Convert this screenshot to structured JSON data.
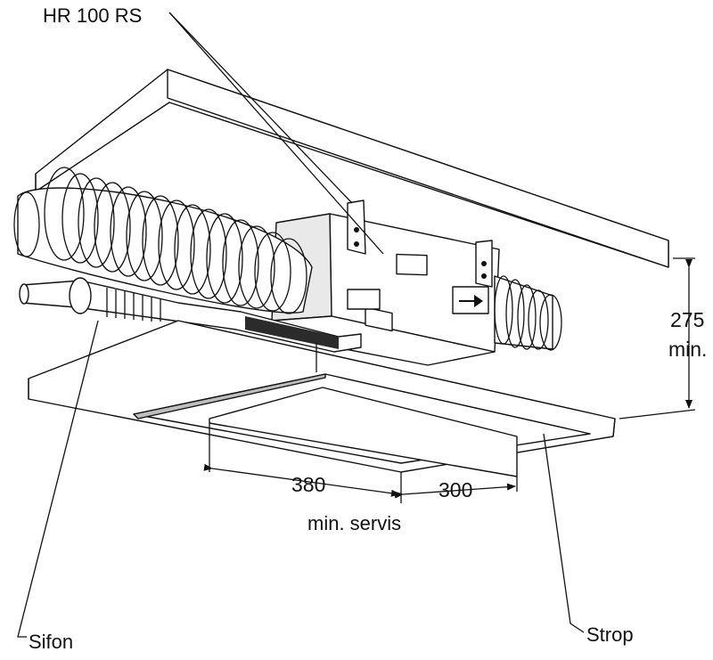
{
  "labels": {
    "unit": "HR 100 RS",
    "siphon": "Sifon",
    "ceiling": "Strop",
    "height_value": "275",
    "height_min": "min.",
    "width_380": "380",
    "width_300": "300",
    "service": "min. servis"
  },
  "colors": {
    "line": "#111111",
    "panel": "#ffffff",
    "shadow": "#bdbdbd",
    "dark": "#2b2b2b"
  }
}
